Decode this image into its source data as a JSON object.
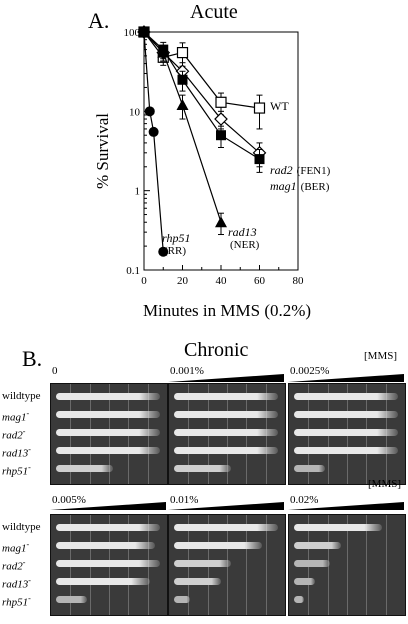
{
  "panel_a": {
    "letter": "A.",
    "title": "Acute",
    "chart_data": {
      "type": "line",
      "title": "Acute",
      "xlabel": "Minutes in MMS (0.2%)",
      "ylabel": "% Survival",
      "xlim": [
        0,
        80
      ],
      "ylim": [
        0.1,
        100
      ],
      "y_scale": "log",
      "x_ticks": [
        "0",
        "20",
        "40",
        "60",
        "80"
      ],
      "y_ticks": [
        "0.1",
        "1",
        "10",
        "100"
      ],
      "series": [
        {
          "name": "WT",
          "label_extra": "",
          "marker": "open-square",
          "x": [
            0,
            10,
            20,
            40,
            60
          ],
          "y": [
            100,
            48,
            55,
            13,
            11
          ],
          "err": [
            0,
            10,
            18,
            4,
            5
          ]
        },
        {
          "name": "rad2",
          "label_extra": "(FEN1)",
          "marker": "open-diamond",
          "x": [
            0,
            10,
            20,
            40,
            60
          ],
          "y": [
            100,
            55,
            32,
            8,
            3
          ],
          "err": [
            0,
            12,
            9,
            2,
            1
          ]
        },
        {
          "name": "mag1",
          "label_extra": "(BER)",
          "marker": "filled-square",
          "x": [
            0,
            10,
            20,
            40,
            60
          ],
          "y": [
            100,
            60,
            25,
            5,
            2.5
          ],
          "err": [
            0,
            14,
            7,
            1.5,
            0.8
          ]
        },
        {
          "name": "rad13",
          "label_extra": "(NER)",
          "marker": "filled-triangle",
          "x": [
            0,
            10,
            20,
            40
          ],
          "y": [
            100,
            55,
            12,
            0.4
          ],
          "err": [
            0,
            12,
            4,
            0.12
          ]
        },
        {
          "name": "rhp51",
          "label_extra": "(RR)",
          "marker": "filled-circle",
          "x": [
            0,
            3,
            5,
            10
          ],
          "y": [
            100,
            10,
            5.5,
            0.17
          ],
          "err": [
            0,
            0,
            0,
            0
          ]
        }
      ]
    }
  },
  "panel_b": {
    "letter": "B.",
    "title": "Chronic",
    "mms_label": "[MMS]",
    "strains": [
      {
        "name": "wildtype",
        "sup": ""
      },
      {
        "name": "mag1",
        "sup": "-"
      },
      {
        "name": "rad2",
        "sup": "-"
      },
      {
        "name": "rad13",
        "sup": "-"
      },
      {
        "name": "rhp51",
        "sup": "-"
      }
    ],
    "plates": [
      {
        "conc": "0",
        "growth": [
          1.0,
          1.0,
          1.0,
          1.0,
          0.55
        ]
      },
      {
        "conc": "0.001%",
        "growth": [
          1.0,
          1.0,
          1.0,
          1.0,
          0.55
        ]
      },
      {
        "conc": "0.0025%",
        "growth": [
          1.0,
          1.0,
          1.0,
          1.0,
          0.3
        ]
      },
      {
        "conc": "0.005%",
        "growth": [
          1.0,
          0.95,
          1.0,
          0.9,
          0.3
        ]
      },
      {
        "conc": "0.01%",
        "growth": [
          1.0,
          0.85,
          0.55,
          0.45,
          0.15
        ]
      },
      {
        "conc": "0.02%",
        "growth": [
          0.85,
          0.45,
          0.35,
          0.2,
          0.1
        ]
      }
    ]
  }
}
